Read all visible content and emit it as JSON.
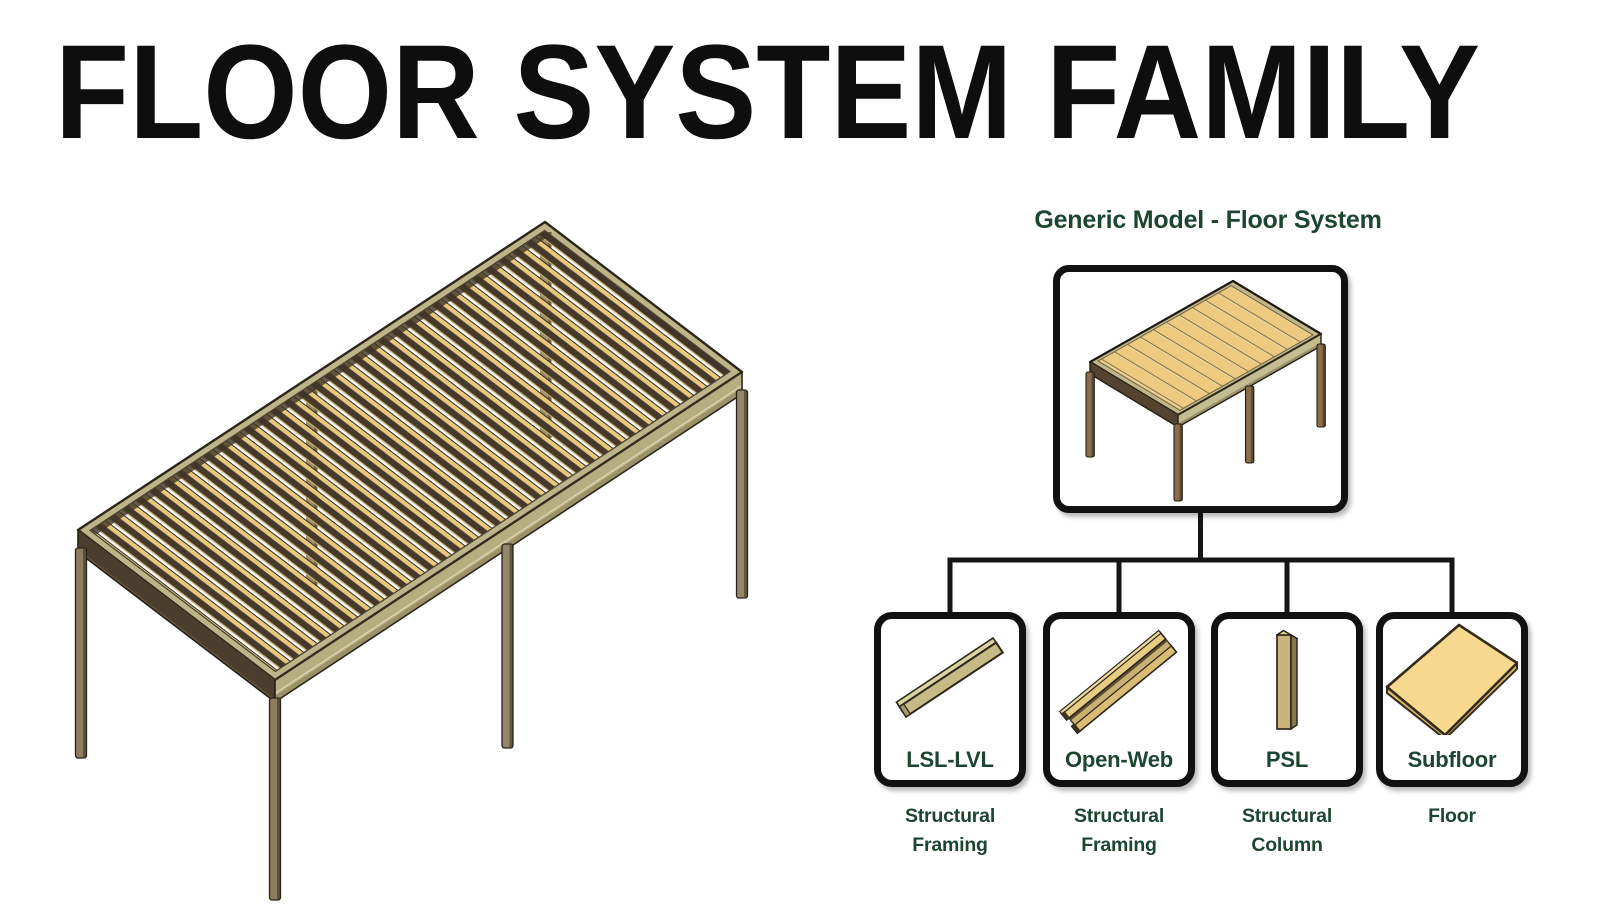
{
  "main_title": "FLOOR SYSTEM FAMILY",
  "diagram": {
    "root_title": "Generic Model - Floor System",
    "root_icon": "floor-system-3d-model",
    "nodes": [
      {
        "label": "LSL-LVL",
        "category_line1": "Structural",
        "category_line2": "Framing",
        "icon": "lsl-lvl-beam-icon"
      },
      {
        "label": "Open-Web",
        "category_line1": "Structural",
        "category_line2": "Framing",
        "icon": "open-web-joist-icon"
      },
      {
        "label": "PSL",
        "category_line1": "Structural",
        "category_line2": "Column",
        "icon": "psl-column-icon"
      },
      {
        "label": "Subfloor",
        "category_line1": "Floor",
        "category_line2": "",
        "icon": "subfloor-panel-icon"
      }
    ]
  },
  "illustration": {
    "left_model": "floor-framing-3d-model"
  },
  "colors": {
    "title_black": "#0e0e0e",
    "heading_green": "#1d4630",
    "box_border": "#111111",
    "connector": "#161616",
    "joist_yellow": "#e8c87c",
    "joist_web_brown": "#46392a",
    "rim_olive": "#bdb489",
    "leg_brown": "#8d7d5f",
    "plank_tan": "#eeca80",
    "panel_tan": "#f6d88e"
  }
}
